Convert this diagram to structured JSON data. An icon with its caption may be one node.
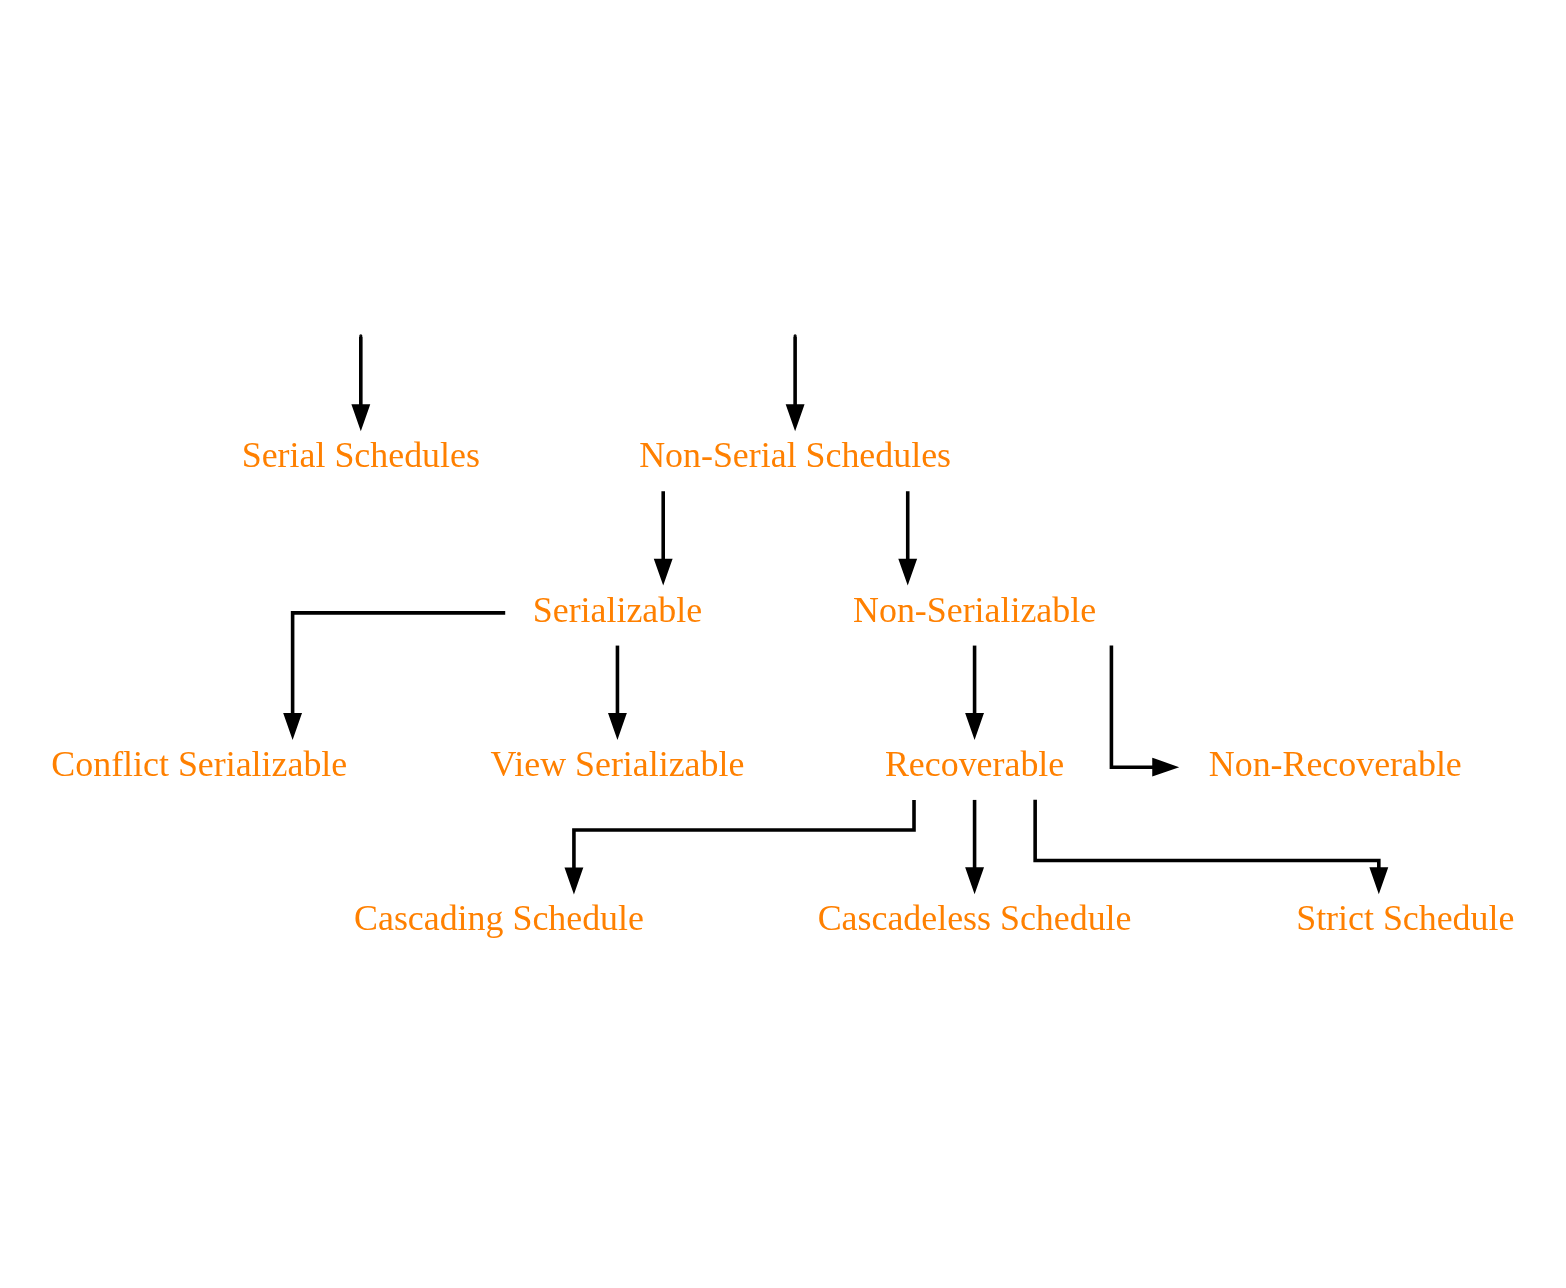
{
  "diagram": {
    "nodes": [
      {
        "text": [
          "Serial Schedules"
        ]
      },
      {
        "text": [
          "Non-Serial Schedules"
        ]
      },
      {
        "text": [
          "Serializable"
        ]
      },
      {
        "text": [
          "Non-Serializable"
        ]
      },
      {
        "text": [
          "Conflict Serializable"
        ]
      },
      {
        "text": [
          "View Serializable"
        ]
      },
      {
        "text": [
          "Recoverable"
        ]
      },
      {
        "text": [
          "Non-Recoverable"
        ]
      },
      {
        "text": [
          "Cascading Schedule"
        ]
      },
      {
        "text": [
          "Cascadeless Schedule"
        ]
      },
      {
        "text": [
          "Strict Schedule"
        ]
      }
    ],
    "edges": [
      {
        "from": null,
        "to": 0,
        "arrow": "to"
      },
      {
        "from": null,
        "to": 1,
        "arrow": "to"
      },
      {
        "from": 1,
        "to": 2,
        "arrow": "to"
      },
      {
        "from": 1,
        "to": 3,
        "arrow": "to"
      },
      {
        "from": 2,
        "to": 4,
        "arrow": "to"
      },
      {
        "from": 2,
        "to": 5,
        "arrow": "to"
      },
      {
        "from": 3,
        "to": 6,
        "arrow": "to"
      },
      {
        "from": 3,
        "to": 7,
        "arrow": "to"
      },
      {
        "from": 6,
        "to": 8,
        "arrow": "to"
      },
      {
        "from": 6,
        "to": 9,
        "arrow": "to"
      },
      {
        "from": 6,
        "to": 10,
        "arrow": "to"
      }
    ]
  }
}
